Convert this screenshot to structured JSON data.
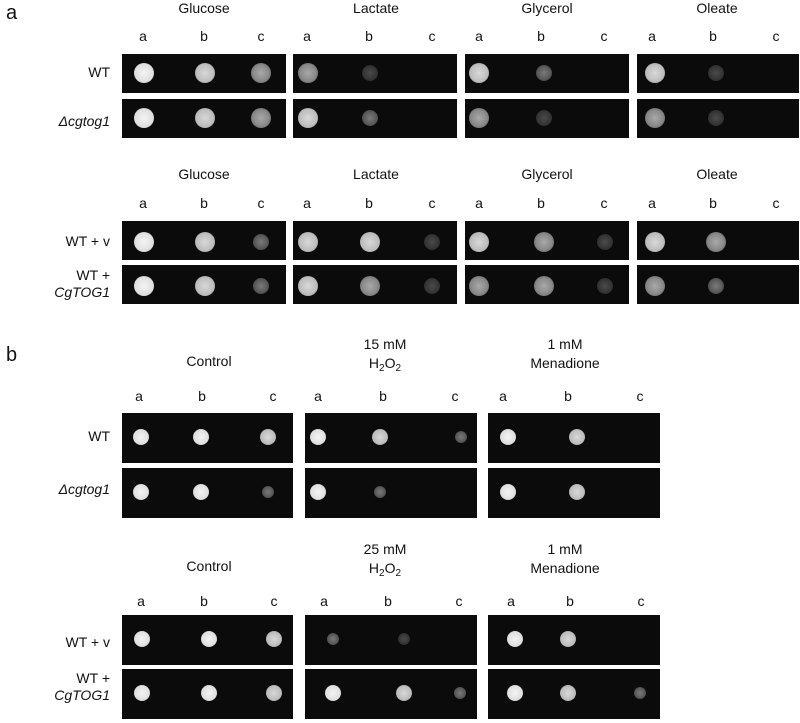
{
  "panel_a": {
    "letter": "a",
    "media": [
      "Glucose",
      "Lactate",
      "Glycerol",
      "Oleate"
    ],
    "dilutions": [
      "a",
      "b",
      "c"
    ],
    "set1_rows": [
      "WT",
      "Δcgtog1"
    ],
    "set2_rows": [
      "WT + v",
      "WT +",
      "CgTOG1"
    ],
    "spots_set1": [
      [
        [
          5,
          4,
          3
        ],
        [
          3,
          1,
          0
        ],
        [
          4,
          2,
          0
        ],
        [
          4,
          1,
          0
        ]
      ],
      [
        [
          5,
          4,
          3
        ],
        [
          4,
          2,
          0
        ],
        [
          3,
          1,
          0
        ],
        [
          3,
          1,
          0
        ]
      ]
    ],
    "spots_set2": [
      [
        [
          5,
          4,
          2
        ],
        [
          4,
          4,
          1
        ],
        [
          4,
          3,
          1
        ],
        [
          4,
          3,
          0
        ]
      ],
      [
        [
          5,
          4,
          2
        ],
        [
          4,
          3,
          1
        ],
        [
          3,
          3,
          1
        ],
        [
          3,
          2,
          0
        ]
      ]
    ]
  },
  "panel_b": {
    "letter": "b",
    "dilutions": [
      "a",
      "b",
      "c"
    ],
    "set1_headers": [
      {
        "line1": "Control",
        "line2": ""
      },
      {
        "line1": "15 mM",
        "chem": "H",
        "sub1": "2",
        "chem2": "O",
        "sub2": "2"
      },
      {
        "line1": "1 mM",
        "line2": "Menadione"
      }
    ],
    "set2_headers": [
      {
        "line1": "Control",
        "line2": ""
      },
      {
        "line1": "25 mM",
        "chem": "H",
        "sub1": "2",
        "chem2": "O",
        "sub2": "2"
      },
      {
        "line1": "1 mM",
        "line2": "Menadione"
      }
    ],
    "set1_rows": [
      "WT",
      "Δcgtog1"
    ],
    "set2_rows": [
      "WT + v",
      "WT +",
      "CgTOG1"
    ],
    "spots_set1": [
      [
        [
          5,
          5,
          4
        ],
        [
          5,
          4,
          2
        ],
        [
          5,
          4,
          0
        ]
      ],
      [
        [
          5,
          5,
          2
        ],
        [
          5,
          2,
          0
        ],
        [
          5,
          4,
          0
        ]
      ]
    ],
    "spots_set2": [
      [
        [
          5,
          5,
          4
        ],
        [
          2,
          1,
          0
        ],
        [
          5,
          4,
          0
        ]
      ],
      [
        [
          5,
          5,
          4
        ],
        [
          5,
          4,
          2
        ],
        [
          5,
          4,
          2
        ]
      ]
    ]
  }
}
